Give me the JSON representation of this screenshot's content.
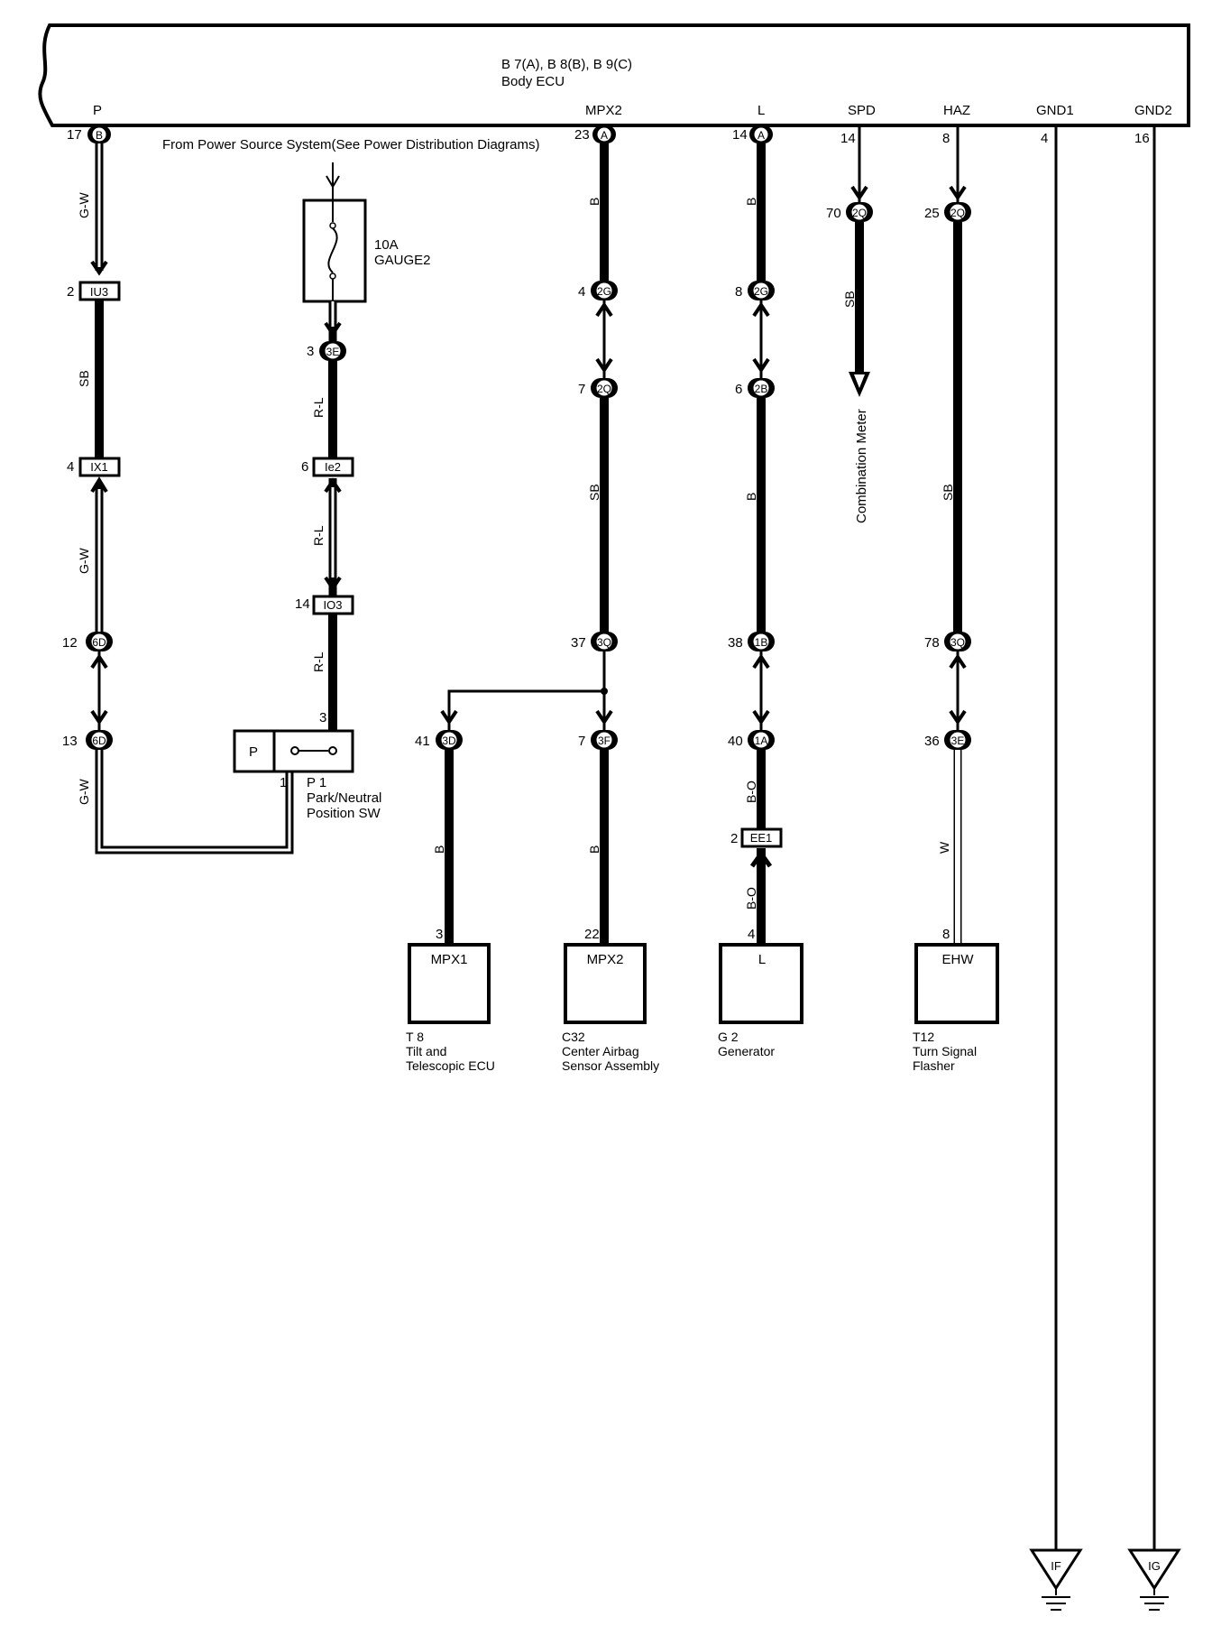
{
  "ecu": {
    "title_line1": "B 7(A), B 8(B), B 9(C)",
    "title_line2": "Body ECU",
    "terminals": {
      "p": "P",
      "mpx2": "MPX2",
      "l": "L",
      "spd": "SPD",
      "haz": "HAZ",
      "gnd1": "GND1",
      "gnd2": "GND2"
    },
    "pins": {
      "p": "17",
      "mpx2": "23",
      "l": "14",
      "spd": "14",
      "haz": "8",
      "gnd1": "4",
      "gnd2": "16"
    },
    "connectors": {
      "p": "B",
      "mpx2": "A",
      "l": "A"
    }
  },
  "power_source": "From Power Source System(See Power Distribution Diagrams)",
  "fuse": {
    "rating": "10A",
    "name": "GAUGE2"
  },
  "circuit_p": {
    "j1": {
      "pin": "2",
      "conn": "IU3"
    },
    "j2": {
      "pin": "4",
      "conn": "IX1"
    },
    "j3": {
      "pin": "12",
      "conn": "6D"
    },
    "j4": {
      "pin": "13",
      "conn": "6D"
    },
    "wire1": "G-W",
    "wire2": "SB",
    "wire3": "G-W",
    "wire4": "G-W"
  },
  "circuit_fuse": {
    "j1": {
      "pin": "3",
      "conn": "3E"
    },
    "j2": {
      "pin": "6",
      "conn": "Ie2"
    },
    "j3": {
      "pin": "14",
      "conn": "IO3"
    },
    "wire1": "R-L",
    "wire2": "R-L",
    "wire3": "R-L",
    "sw_pin_top": "3"
  },
  "switch": {
    "label_p": "P",
    "pin": "1",
    "code": "P 1",
    "name_line1": "Park/Neutral",
    "name_line2": "Position SW"
  },
  "circuit_mpx2": {
    "wire1": "B",
    "j1": {
      "pin": "4",
      "conn": "2G"
    },
    "j2": {
      "pin": "7",
      "conn": "2Q"
    },
    "wire2": "SB",
    "j3": {
      "pin": "37",
      "conn": "3Q"
    },
    "j4": {
      "pin": "7",
      "conn": "3F"
    },
    "j5": {
      "pin": "41",
      "conn": "3D"
    },
    "wire_c32": "B",
    "wire_t8": "B"
  },
  "circuit_l": {
    "wire1": "B",
    "j1": {
      "pin": "8",
      "conn": "2G"
    },
    "j2": {
      "pin": "6",
      "conn": "2B"
    },
    "wire2": "B",
    "j3": {
      "pin": "38",
      "conn": "1B"
    },
    "j4": {
      "pin": "40",
      "conn": "1A"
    },
    "wire3": "B-O",
    "j5": {
      "pin": "2",
      "conn": "EE1"
    },
    "wire4": "B-O"
  },
  "circuit_spd": {
    "j1": {
      "pin": "70",
      "conn": "2Q"
    },
    "wire": "SB",
    "dest": "Combination Meter"
  },
  "circuit_haz": {
    "j1": {
      "pin": "25",
      "conn": "2Q"
    },
    "wire1": "SB",
    "j2": {
      "pin": "78",
      "conn": "3Q"
    },
    "j3": {
      "pin": "36",
      "conn": "3E"
    },
    "wire2": "W"
  },
  "components": {
    "t8": {
      "pin": "3",
      "term": "MPX1",
      "code": "T 8",
      "name1": "Tilt and",
      "name2": "Telescopic ECU"
    },
    "c32": {
      "pin": "22",
      "term": "MPX2",
      "code": "C32",
      "name1": "Center Airbag",
      "name2": "Sensor Assembly"
    },
    "g2": {
      "pin": "4",
      "term": "L",
      "code": "G 2",
      "name1": "Generator"
    },
    "t12": {
      "pin": "8",
      "term": "EHW",
      "code": "T12",
      "name1": "Turn Signal",
      "name2": "Flasher"
    }
  },
  "grounds": {
    "if": "IF",
    "ig": "IG"
  }
}
